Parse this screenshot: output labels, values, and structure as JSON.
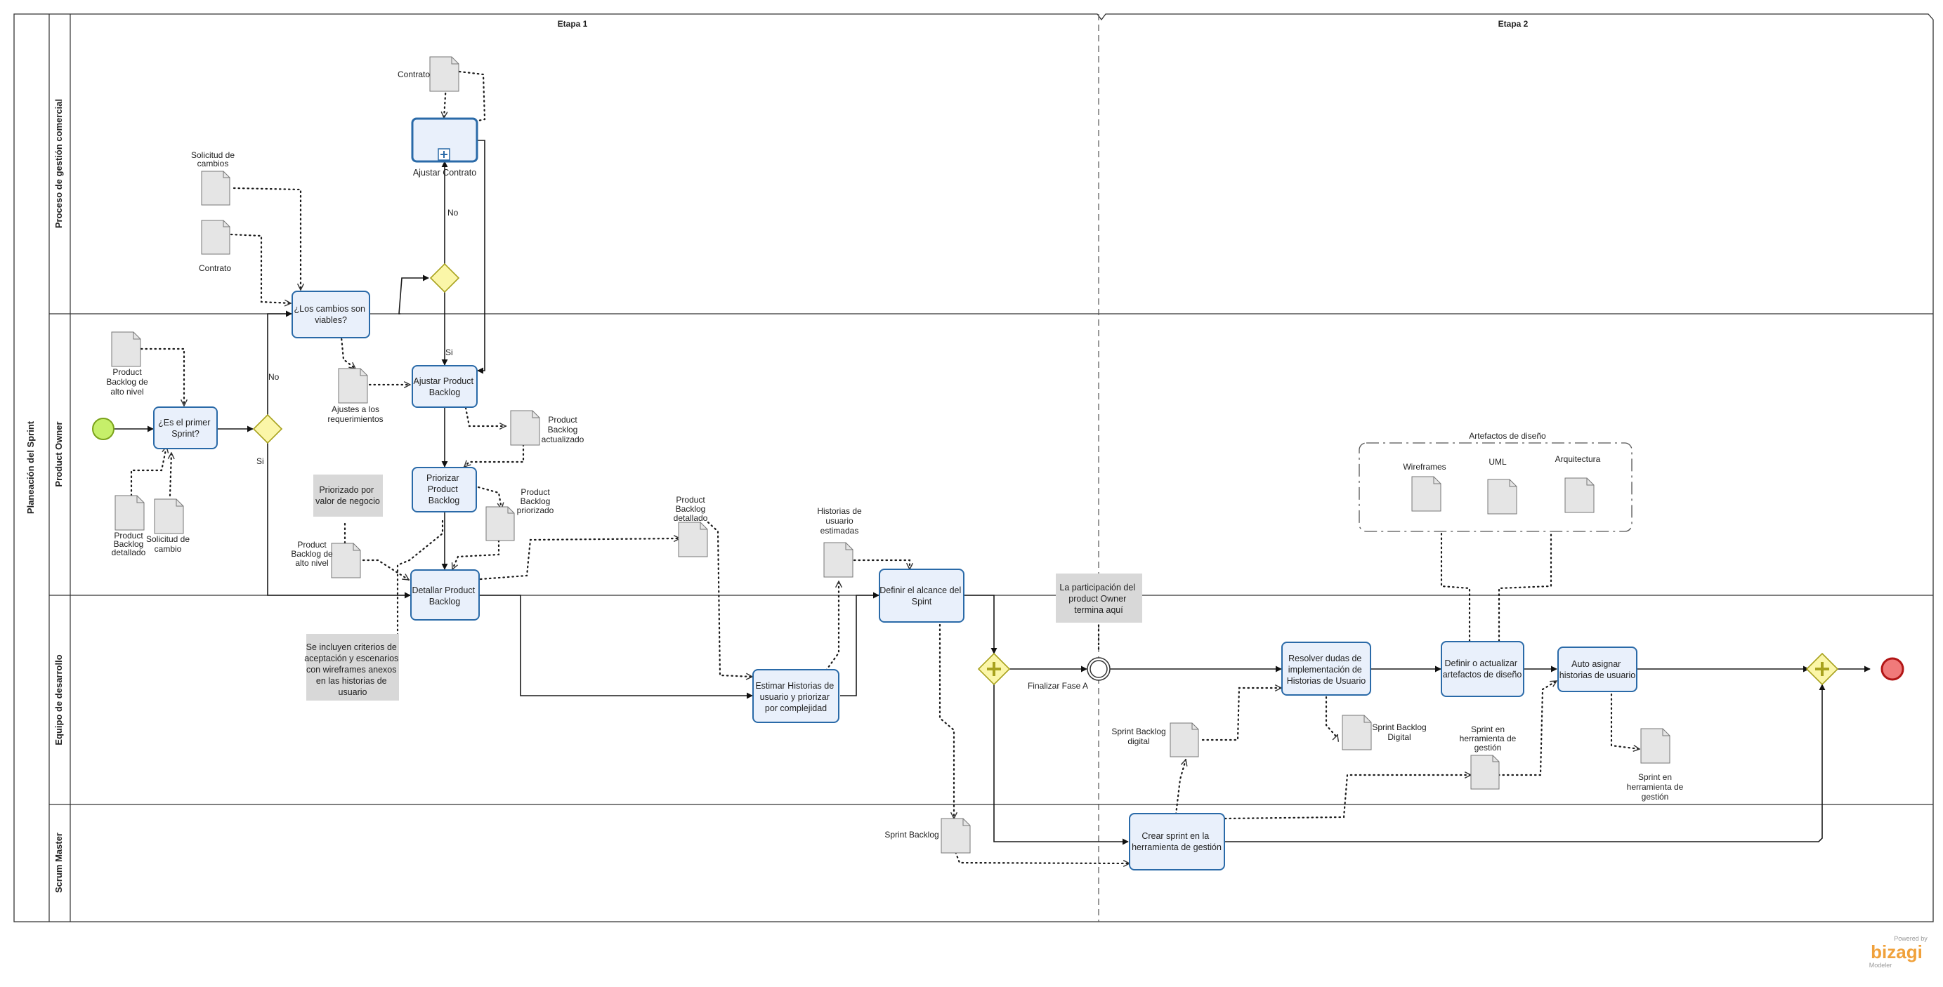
{
  "pool": {
    "title": "Planeación del Sprint"
  },
  "stages": [
    "Etapa 1",
    "Etapa 2"
  ],
  "lanes": [
    "Proceso de gestión comercial",
    "Product Owner",
    "Equipo de desarrollo",
    "Scrum Master"
  ],
  "tasks": {
    "ajustar_contrato": "Ajustar Contrato",
    "cambios_viables": [
      "¿Los cambios son",
      "viables?"
    ],
    "primer_sprint": [
      "¿Es el primer",
      "Sprint?"
    ],
    "ajustar_pb": [
      "Ajustar Product",
      "Backlog"
    ],
    "priorizar_pb": [
      "Priorizar",
      "Product",
      "Backlog"
    ],
    "detallar_pb": [
      "Detallar Product",
      "Backlog"
    ],
    "estimar": [
      "Estimar Historias de",
      "usuario y priorizar",
      "por complejidad"
    ],
    "definir_alcance": [
      "Definir el alcance del",
      "Spint"
    ],
    "resolver_dudas": [
      "Resolver dudas de",
      "implementación de",
      "Historias de Usuario"
    ],
    "definir_artefactos": [
      "Definir o actualizar",
      "artefactos de diseño"
    ],
    "auto_asignar": [
      "Auto asignar",
      "historias de usuario"
    ],
    "crear_sprint": [
      "Crear sprint en la",
      "herramienta de gestión"
    ]
  },
  "gateway_labels": {
    "no_top": "No",
    "si_top": "Si",
    "no_left": "No",
    "si_left": "Si"
  },
  "events": {
    "finalizar": "Finalizar Fase A"
  },
  "documents": {
    "contrato_top": "Contrato",
    "solicitud_cambios": [
      "Solicitud de",
      "cambios"
    ],
    "contrato_mid": "Contrato",
    "pb_alto_nivel_1": [
      "Product",
      "Backlog de",
      "alto nivel"
    ],
    "ajustes": [
      "Ajustes a los",
      "requerimientos"
    ],
    "pb_actualizado": [
      "Product",
      "Backlog",
      "actualizado"
    ],
    "pb_detallado_1": [
      "Product",
      "Backlog",
      "detallado"
    ],
    "solicitud_cambio": [
      "Solicitud de",
      "cambio"
    ],
    "pb_priorizado": [
      "Product",
      "Backlog",
      "priorizado"
    ],
    "pb_alto_nivel_2": [
      "Product",
      "Backlog de",
      "alto nivel"
    ],
    "pb_detallado_2": [
      "Product",
      "Backlog",
      "detallado"
    ],
    "historias_estimadas": [
      "Historias de",
      "usuario",
      "estimadas"
    ],
    "sprint_backlog_digital_1": [
      "Sprint Backlog",
      "digital"
    ],
    "sprint_backlog_digital_2": [
      "Sprint Backlog",
      "Digital"
    ],
    "sprint_herr_1": [
      "Sprint en",
      "herramienta de",
      "gestión"
    ],
    "sprint_herr_2": [
      "Sprint en",
      "herramienta de",
      "gestión"
    ],
    "sprint_backlog": "Sprint Backlog",
    "wireframes": "Wireframes",
    "uml": "UML",
    "arquitectura": "Arquitectura"
  },
  "group": {
    "title": "Artefactos de diseño"
  },
  "annotations": {
    "priorizado": [
      "Priorizado por",
      "valor de negocio"
    ],
    "participacion": [
      "La participación del",
      "product Owner",
      "termina aquí"
    ],
    "criterios": [
      "Se incluyen criterios de",
      "aceptación y escenarios",
      "con wireframes anexos",
      "en las historias de",
      "usuario"
    ]
  },
  "branding": {
    "powered": "Powered by",
    "brand": "bizagi",
    "sub": "Modeler"
  },
  "colors": {
    "task_fill": "#e9f0fb",
    "task_stroke": "#2a6aa8",
    "gateway_fill": "#fbf6a8",
    "start_fill": "#c6ef6a",
    "end_fill": "#f07a7a",
    "brand": "#f0a13b"
  }
}
